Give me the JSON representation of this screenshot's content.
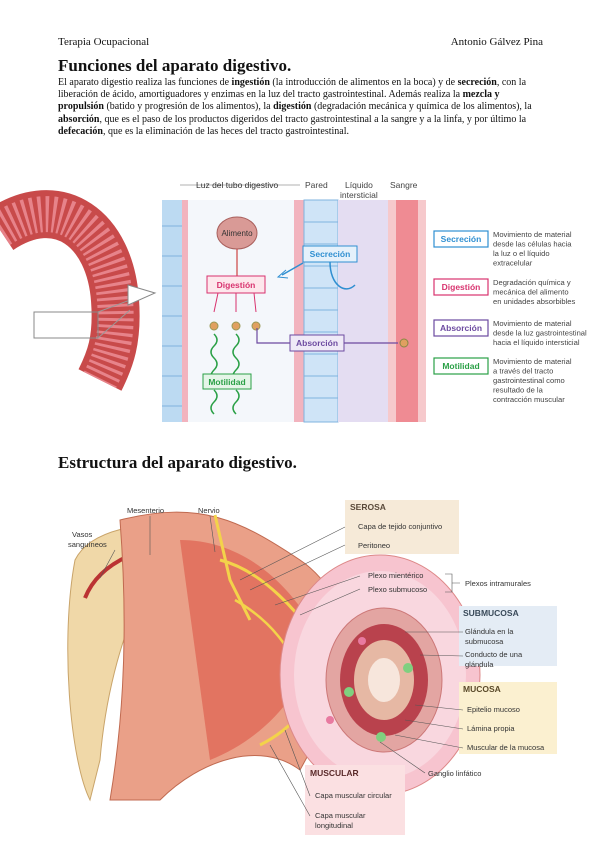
{
  "header": {
    "left": "Terapia Ocupacional",
    "right": "Antonio Gálvez Pina"
  },
  "section1": {
    "title": "Funciones del aparato digestivo.",
    "paragraph": [
      {
        "t": "El aparato digestio realiza las funciones de ",
        "b": false
      },
      {
        "t": "ingestión",
        "b": true
      },
      {
        "t": " (la introducción de alimentos en la boca) y de ",
        "b": false
      },
      {
        "t": "secreción",
        "b": true
      },
      {
        "t": ", con la liberación de ácido, amortiguadores y enzimas en la luz del tracto gastrointestinal. Además realiza la ",
        "b": false
      },
      {
        "t": "mezcla y propulsión",
        "b": true
      },
      {
        "t": " (batido y progresión de los alimentos), la ",
        "b": false
      },
      {
        "t": "digestión",
        "b": true
      },
      {
        "t": " (degradación mecánica y química de los alimentos), la ",
        "b": false
      },
      {
        "t": "absorción",
        "b": true
      },
      {
        "t": ", que es el paso de los productos digeridos del tracto gastrointestinal a la sangre y a la linfa, y por último la ",
        "b": false
      },
      {
        "t": "defecación",
        "b": true
      },
      {
        "t": ", que es la eliminación de las heces del tracto gastrointestinal.",
        "b": false
      }
    ]
  },
  "figure1": {
    "zones": {
      "lumen": "Luz del tubo digestivo",
      "wall": "Pared",
      "interstitial1": "Líquido",
      "interstitial2": "intersticial",
      "blood": "Sangre"
    },
    "boxes": {
      "food": "Alimento",
      "digestion": "Digestión",
      "secretion": "Secreción",
      "absorption": "Absorción",
      "motility": "Motilidad"
    },
    "legend": [
      {
        "label": "Secreción",
        "desc": [
          "Movimiento de material",
          "desde las células hacia",
          "la luz o el líquido",
          "extracelular"
        ]
      },
      {
        "label": "Digestión",
        "desc": [
          "Degradación química y",
          "mecánica del alimento",
          "en unidades absorbibles"
        ]
      },
      {
        "label": "Absorción",
        "desc": [
          "Movimiento de material",
          "desde la luz gastrointestinal",
          "hacia el líquido intersticial"
        ]
      },
      {
        "label": "Motilidad",
        "desc": [
          "Movimiento de material",
          "a través del tracto",
          "gastrointestinal como",
          "resultado de la",
          "contracción muscular"
        ]
      }
    ],
    "colors": {
      "secretion": "#2f8fd1",
      "digestion": "#d8326e",
      "absorption": "#6c4aa0",
      "motility": "#2aa046"
    }
  },
  "section2": {
    "title": "Estructura del aparato digestivo."
  },
  "figure2": {
    "labels": {
      "mesentery": "Mesenterio",
      "nerve": "Nervio",
      "vessels1": "Vasos",
      "vessels2": "sanguíneos",
      "connective": "Capa de tejido conjuntivo",
      "peritoneum": "Peritoneo",
      "myenteric": "Plexo mientérico",
      "submucosal_plexus": "Plexo submucoso",
      "intramural": "Plexos intramurales",
      "gland1": "Glándula en la",
      "gland2": "submucosa",
      "duct1": "Conducto de una",
      "duct2": "glándula",
      "epithelium": "Epitelio mucoso",
      "lamina": "Lámina propia",
      "muscularis_mucosa": "Muscular de la mucosa",
      "lymph": "Ganglio linfático",
      "circular": "Capa muscular circular",
      "longitudinal1": "Capa muscular",
      "longitudinal2": "longitudinal"
    },
    "headers": {
      "serosa": "SEROSA",
      "submucosa": "SUBMUCOSA",
      "mucosa": "MUCOSA",
      "muscular": "MUSCULAR"
    }
  }
}
